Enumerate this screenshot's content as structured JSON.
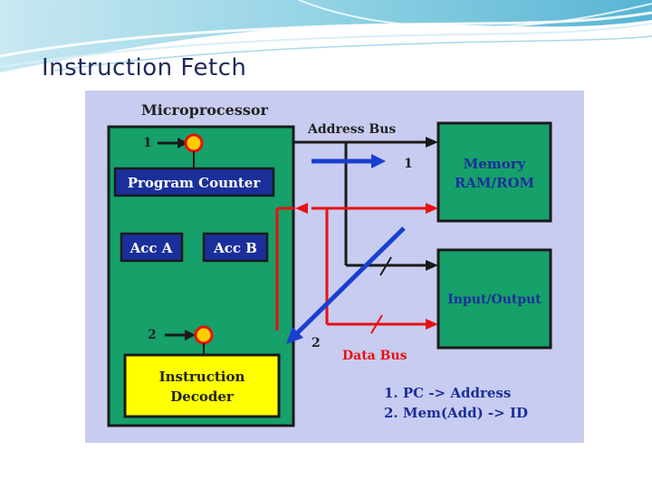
{
  "slide": {
    "title": "Instruction Fetch"
  },
  "diagram": {
    "microprocessor_label": "Microprocessor",
    "address_bus_label": "Address Bus",
    "data_bus_label": "Data Bus",
    "program_counter_label": "Program Counter",
    "acc_a_label": "Acc A",
    "acc_b_label": "Acc B",
    "decoder_line1": "Instruction",
    "decoder_line2": "Decoder",
    "memory_line1": "Memory",
    "memory_line2": "RAM/ROM",
    "io_label": "Input/Output",
    "step_marker_1": "1",
    "step_marker_2": "2",
    "steps": [
      "1. PC -> Address",
      "2. Mem(Add) -> ID"
    ],
    "colors": {
      "background": "#c8ccf0",
      "chip_green": "#16a06a",
      "register_blue": "#1b2f9a",
      "decoder_yellow": "#ffff00",
      "bus_red": "#e81010",
      "arrow_blue": "#1a3fd0",
      "memory_text": "#1b2f9a",
      "outline": "#1a1a1a"
    }
  }
}
